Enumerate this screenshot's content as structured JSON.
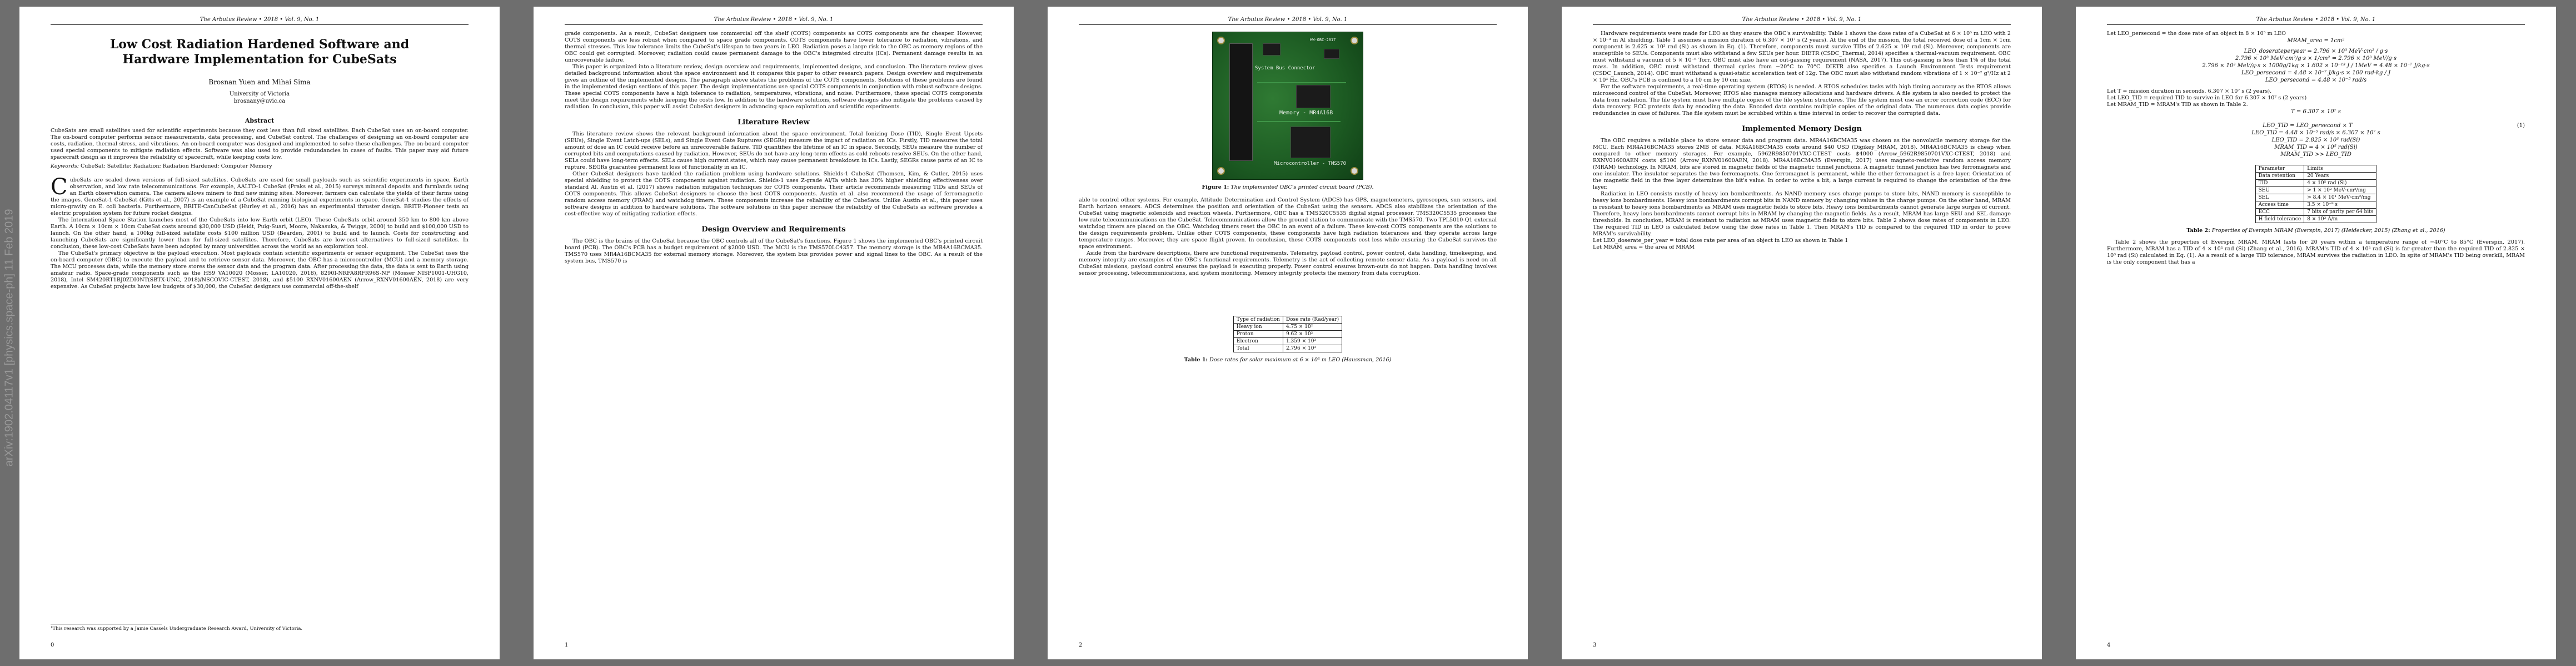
{
  "running_head": "The Arbutus Review • 2018 • Vol. 9, No. 1",
  "arxiv_id": "arXiv:1902.04117v1  [physics.space-ph]  11 Feb 2019",
  "title_line1": "Low Cost Radiation Hardened Software and",
  "title_line2": "Hardware Implementation for CubeSats",
  "authors": "Brosnan Yuen and Mihai Sima",
  "affiliation": "University of Victoria",
  "email": "brosnany@uvic.ca",
  "abstract_heading": "Abstract",
  "abstract_text": "CubeSats are small satellites used for scientific experiments because they cost less than full sized satellites. Each CubeSat uses an on-board computer. The on-board computer performs sensor measurements, data processing, and CubeSat control. The challenges of designing an on-board computer are costs, radiation, thermal stress, and vibrations. An on-board computer was designed and implemented to solve these challenges. The on-board computer used special components to mitigate radiation effects. Software was also used to provide redundancies in cases of faults. This paper may aid future spacecraft design as it improves the reliability of spacecraft, while keeping costs low.",
  "keywords_label": "Keywords:",
  "keywords": " CubeSat; Satellite; Radiation; Radiation Hardened; Computer Memory",
  "dropcap": "C",
  "p0_intro": [
    "ubeSats are scaled down versions of full-sized satellites. CubeSats are used for small payloads such as scientific experiments in space, Earth observation, and low rate telecommunications. For example, AALTO-1 CubeSat (Praks et al., 2015) surveys mineral deposits and farmlands using an Earth observation camera. The camera allows miners to find new mining sites. Moreover, farmers can calculate the yields of their farms using the images. GeneSat-1 CubeSat (Kitts et al., 2007) is an example of a CubeSat running biological experiments in space. GeneSat-1 studies the effects of micro-gravity on E. coli bacteria. Furthermore, BRITE-CanCubeSat (Hurley et al., 2016) has an experimental thruster design. BRITE-Pioneer tests an electric propulsion system for future rocket designs.",
    "The International Space Station launches most of the CubeSats into low Earth orbit (LEO). These CubeSats orbit around 350 km to 800 km above Earth. A 10cm × 10cm × 10cm CubeSat costs around $30,000 USD (Heidt, Puig-Suari, Moore, Nakasuka, & Twiggs, 2000) to build and $100,000 USD to launch. On the other hand, a 100kg full-sized satellite costs $100 million USD (Bearden, 2001) to build and to launch. Costs for constructing and launching CubeSats are significantly lower than for full-sized satellites. Therefore, CubeSats are low-cost alternatives to full-sized satellites. In conclusion, these low-cost CubeSats have been adopted by many universities across the world as an exploration tool.",
    "The CubeSat's primary objective is the payload execution. Most payloads contain scientific experiments or sensor equipment. The CubeSat uses the on-board computer (OBC) to execute the payload and to retrieve sensor data. Moreover, the OBC has a microcontroller (MCU) and a memory storage. The MCU processes data, while the memory store stores the sensor data and the program data. After processing the data, the data is sent to Earth using amateur radio. Space-grade components such as the HS9 VA10020 (Mosser, LA10020, 2018), 8290I-NRFA8RFR96S-NP (Mosser_NISP1001-UHG10, 2018), Intel SM420RT1BJ0ZDI0NT(SBTX-UNC, 2018)/NSCOVIC-CTEST, 2018), and $5100 RXNV01600AEN (Arrow_RXNV01600AEN, 2018) are very expensive. As CubeSat projects have low budgets of $30,000, the CubeSat designers use commercial off-the-shelf"
  ],
  "footnote": "¹This research was supported by a Jamie Cassels Undergraduate Research Award, University of Victoria.",
  "p1_top": [
    "grade components. As a result, CubeSat designers use commercial off the shelf (COTS) components as COTS components are far cheaper. However, COTS components are less robust when compared to space grade components. COTS components have lower tolerance to radiation, vibrations, and thermal stresses. This low tolerance limits the CubeSat's lifespan to two years in LEO. Radiation poses a large risk to the OBC as memory regions of the OBC could get corrupted. Moreover, radiation could cause permanent damage to the OBC's integrated circuits (ICs). Permanent damage results in an unrecoverable failure.",
    "This paper is organized into a literature review, design overview and requirements, implemented designs, and conclusion. The literature review gives detailed background information about the space environment and it compares this paper to other research papers. Design overview and requirements gives an outline of the implemented designs. The paragraph above states the problems of the COTS components. Solutions of these problems are found in the implemented design sections of this paper. The design implementations use special COTS components in conjunction with robust software designs. These special COTS components have a high tolerance to radiation, temperatures, vibrations, and noise. Furthermore, these special COTS components meet the design requirements while keeping the costs low. In addition to the hardware solutions, software designs also mitigate the problems caused by radiation. In conclusion, this paper will assist CubeSat designers in advancing space exploration and scientific experiments."
  ],
  "lit_heading": "Literature Review",
  "p1_lit": [
    "This literature review shows the relevant background information about the space environment. Total Ionizing Dose (TID), Single Event Upsets (SEUs), Single Event Latch-ups (SELs), and Single Event Gate Ruptures (SEGRs) measure the impact of radiation on ICs. Firstly, TID measures the total amount of dose an IC could receive before an unrecoverable failure. TID quantifies the lifetime of an IC in space. Secondly, SEUs measure the number of corrupted bits and computations caused by radiation. However, SEUs do not have any long-term effects as cold reboots resolve SEUs. On the other hand, SELs could have long-term effects. SELs cause high current states, which may cause permanent breakdown in ICs. Lastly, SEGRs cause parts of an IC to rupture. SEGRs guarantee permanent loss of functionality in an IC.",
    "Other CubeSat designers have tackled the radiation problem using hardware solutions. Shields-1 CubeSat (Thomsen, Kim, & Cutler, 2015) uses special shielding to protect the COTS components against radiation. Shields-1 uses Z-grade Al/Ta which has 30% higher shielding effectiveness over standard Al. Austin et al. (2017) shows radiation mitigation techniques for COTS components. Their article recommends measuring TIDs and SEUs of COTS components. This allows CubeSat designers to choose the best COTS components. Austin et al. also recommend the usage of ferromagnetic random access memory (FRAM) and watchdog timers. These components increase the reliability of the CubeSats. Unlike Austin et al., this paper uses software designs in addition to hardware solutions. The software solutions in this paper increase the reliability of the CubeSats as software provides a cost-effective way of mitigating radiation effects."
  ],
  "design_heading": "Design Overview and Requirements",
  "p1_design": [
    "The OBC is the brains of the CubeSat because the OBC controls all of the CubeSat's functions. Figure 1 shows the implemented OBC's printed circuit board (PCB). The OBC's PCB has a budget requirement of $2000 USD. The MCU is the TMS570LC4357. The memory storage is the MR4A16BCMA35. TMS570 uses MR4A16BCMA35 for external memory storage. Moreover, the system bus provides power and signal lines to the OBC. As a result of the system bus, TMS570 is"
  ],
  "pcb_labels": {
    "system_bus": "System Bus Connector",
    "memory": "Memory - MR4A16B",
    "mcu": "Microcontroller - TMS570",
    "board_id": "HW-OBC-2017"
  },
  "fig1_label": "Figure 1:",
  "fig1_caption": " The implemented OBC's printed circuit board (PCB).",
  "p2_text": [
    "able to control other systems. For example, Attitude Determination and Control System (ADCS) has GPS, magnetometers, gyroscopes, sun sensors, and Earth horizon sensors. ADCS determines the position and orientation of the CubeSat using the sensors. ADCS also stabilizes the orientation of the CubeSat using magnetic solenoids and reaction wheels. Furthermore, OBC has a TMS320C5535 digital signal processor. TMS320C5535 processes the low rate telecommunications on the CubeSat. Telecommunications allow the ground station to communicate with the TMS570. Two TPL5010-Q1 external watchdog timers are placed on the OBC. Watchdog timers reset the OBC in an event of a failure. These low-cost COTS components are the solutions to the design requirements problem. Unlike other COTS components, these components have high radiation tolerances and they operate across large temperature ranges. Moreover, they are space flight proven. In conclusion, these COTS components cost less while ensuring the CubeSat survives the space environment.",
    "Aside from the hardware descriptions, there are functional requirements. Telemetry, payload control, power control, data handling, timekeeping, and memory integrity are examples of the OBC's functional requirements. Telemetry is the act of collecting remote sensor data. As a payload is need on all CubeSat missions, payload control ensures the payload is executing properly. Power control ensures brown-outs do not happen. Data handling involves sensor processing, telecommunications, and system monitoring. Memory integrity protects the memory from data corruption."
  ],
  "table1": {
    "headers": [
      "Type of radiation",
      "Dose rate (Rad/year)"
    ],
    "rows": [
      [
        "Heavy ion",
        "4.75 × 10²"
      ],
      [
        "Proton",
        "9.62 × 10²"
      ],
      [
        "Electron",
        "1.359 × 10³"
      ],
      [
        "Total",
        "2.796 × 10³"
      ]
    ]
  },
  "table1_label": "Table 1:",
  "table1_caption": " Dose rates for solar maximum at 6 × 10⁵ m LEO (Haussman, 2016)",
  "p3_top": [
    "Hardware requirements were made for LEO as they ensure the OBC's survivability. Table 1 shows the dose rates of a CubeSat at 6 × 10⁵ m LEO with 2 × 10⁻³ m Al shielding. Table 1 assumes a mission duration of 6.307 × 10⁷ s (2 years). At the end of the mission, the total received dose of a 1cm × 1cm component is 2.625 × 10³ rad (Si) as shown in Eq. (1). Therefore, components must survive TIDs of 2.625 × 10³ rad (Si). Moreover, components are susceptible to SEUs. Components must also withstand a few SEUs per hour. DIETR (CSDC_Thermal, 2014) specifies a thermal-vacuum requirement. OBC must withstand a vacuum of 5 × 10⁻⁶ Torr. OBC must also have an out-gassing requirement (NASA, 2017). This out-gassing is less than 1% of the total mass. In addition, OBC must withstand thermal cycles from −20°C to 70°C. DIETR also specifies a Launch Environment Tests requirement (CSDC_Launch, 2014). OBC must withstand a quasi-static acceleration test of 12g. The OBC must also withstand random vibrations of 1 × 10⁻² g²/Hz at 2 × 10³ Hz. OBC's PCB is confined to a 10 cm by 10 cm size.",
    "For the software requirements, a real-time operating system (RTOS) is needed. A RTOS schedules tasks with high timing accuracy as the RTOS allows microsecond control of the CubeSat. Moreover, RTOS also manages memory allocations and hardware drivers. A file system is also needed to protect the data from radiation. The file system must have multiple copies of the file system structures. The file system must use an error correction code (ECC) for data recovery. ECC protects data by encoding the data. Encoded data contains multiple copies of the original data. The numerous data copies provide redundancies in case of failures. The file system must be scrubbed within a time interval in order to recover the corrupted data."
  ],
  "memory_heading": "Implemented Memory Design",
  "p3_mem": [
    "The OBC requires a reliable place to store sensor data and program data. MR4A16BCMA35 was chosen as the nonvolatile memory storage for the MCU. Each MR4A16BCMA35 stores 2MB of data. MR4A16BCMA35 costs around $40 USD (Digikey_MRAM, 2018). MR4A16BCMA35 is cheap when compared to other memory storages. For example, 5962R9850701VXC-CTEST costs $4000 (Arrow_5962R9850701VXC-CTEST, 2018) and RXNV01600AEN costs $5100 (Arrow_RXNV01600AEN, 2018). MR4A16BCMA35 (Everspin, 2017) uses magneto-resistive random access memory (MRAM) technology. In MRAM, bits are stored in magnetic fields of the magnetic tunnel junctions. A magnetic tunnel junction has two ferromagnets and one insulator. The insulator separates the two ferromagnets. One ferromagnet is permanent, while the other ferromagnet is a free layer. Orientation of the magnetic field in the free layer determines the bit's value. In order to write a bit, a large current is required to change the orientation of the free layer.",
    "Radiation in LEO consists mostly of heavy ion bombardments. As NAND memory uses charge pumps to store bits, NAND memory is susceptible to heavy ions bombardments. Heavy ions bombardments corrupt bits in NAND memory by changing values in the charge pumps. On the other hand, MRAM is resistant to heavy ions bombardments as MRAM uses magnetic fields to store bits. Heavy ions bombardments cannot generate large surges of current. Therefore, heavy ions bombardments cannot corrupt bits in MRAM by changing the magnetic fields. As a result, MRAM has large SEU and SEL damage thresholds. In conclusion, MRAM is resistant to radiation as MRAM uses magnetic fields to store bits. Table 2 shows dose rates of components in LEO. The required TID in LEO is calculated below using the dose rates in Table 1. Then MRAM's TID is compared to the required TID in order to prove MRAM's survivability.",
    "Let LEO_doserate_per_year = total dose rate per area of an object in LEO as shown in Table 1",
    "Let MRAM_area = the area of MRAM"
  ],
  "p4_defs": [
    "Let LEO_persecond = the dose rate of an object in 8 × 10⁵ m LEO",
    "MRAM_area = 1cm²"
  ],
  "p4_eqs": [
    "LEO_doserateperyear = 2.796 × 10³ MeV·cm² / g·s",
    "2.796 × 10³ MeV·cm²/g·s × 1/cm² = 2.796 × 10³ MeV/g·s",
    "2.796 × 10³ MeV/g·s × 1000g/1kg × 1.602 × 10⁻¹³ J / 1MeV = 4.48 × 10⁻⁷ J/kg·s",
    "LEO_persecond = 4.48 × 10⁻⁷ J/kg·s × 100 rad·kg / J",
    "LEO_persecond = 4.48 × 10⁻⁵ rad/s"
  ],
  "p4_lets": [
    "Let T = mission duration in seconds. 6.307 × 10⁷ s (2 years).",
    "Let LEO_TID = required TID to survive in LEO for 6.307 × 10⁷ s (2 years)",
    "Let MRAM_TID = MRAM's TID as shown in Table 2.",
    "T = 6.307 × 10⁷ s"
  ],
  "p4_tid": [
    "LEO_TID = LEO_persecond × T",
    "LEO_TID = 4.48 × 10⁻⁵ rad/s × 6.307 × 10⁷ s",
    "LEO_TID = 2.825 × 10³ rad(Si)",
    "MRAM_TID = 4 × 10⁵ rad(Si)",
    "MRAM_TID >> LEO_TID"
  ],
  "eq1_number": "(1)",
  "table2": {
    "headers": [
      "Parameter",
      "Limits"
    ],
    "rows": [
      [
        "Data retention",
        "20 Years"
      ],
      [
        "TID",
        "4 × 10⁵ rad (Si)"
      ],
      [
        "SEU",
        "> 1 × 10² MeV·cm²/mg"
      ],
      [
        "SEL",
        "> 8.4 × 10¹ MeV·cm²/mg"
      ],
      [
        "Access time",
        "3.5 × 10⁻⁸ s"
      ],
      [
        "ECC",
        "7 bits of parity per 64 bits"
      ],
      [
        "H field tolerance",
        "8 × 10³ A/m"
      ]
    ]
  },
  "table2_label": "Table 2:",
  "table2_caption": " Properties of Everspin MRAM (Everspin, 2017) (Heidecker, 2015) (Zhang et al., 2016)",
  "p4_bottom": [
    "Table 2 shows the properties of Everspin MRAM. MRAM lasts for 20 years within a temperature range of −40°C to 85°C (Everspin, 2017). Furthermore, MRAM has a TID of 4 × 10⁵ rad (Si) (Zhang et al., 2016). MRAM's TID of 4 × 10⁵ rad (Si) is far greater than the required TID of 2.825 × 10³ rad (Si) calculated in Eq. (1). As a result of a large TID tolerance, MRAM survives the radiation in LEO. In spite of MRAM's TID being overkill, MRAM is the only component that has a"
  ],
  "page_numbers": [
    "0",
    "1",
    "2",
    "3",
    "4"
  ]
}
